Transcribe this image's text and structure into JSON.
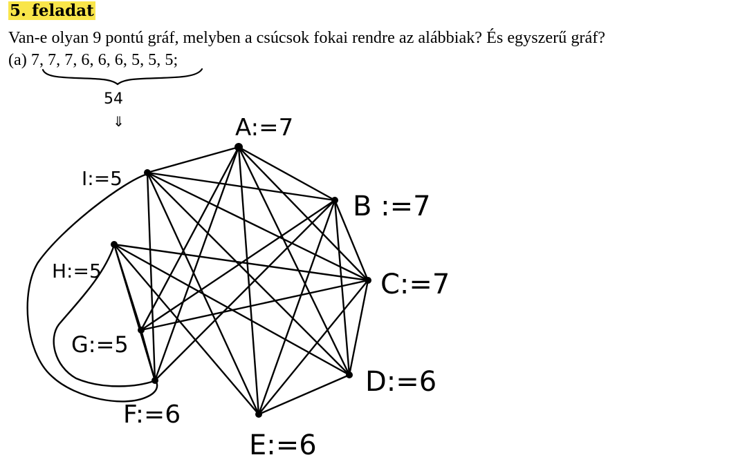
{
  "header": {
    "task_title": "5. feladat",
    "question": "Van-e olyan 9 pontú gráf, melyben a csúcsok fokai rendre az alábbiak? És egyszerű gráf?",
    "part_label": "(a)",
    "sequence": "7, 7, 7, 6, 6, 6, 5, 5, 5;"
  },
  "annotation": {
    "sum_text": "54",
    "arrow_text": "⇓"
  },
  "graph": {
    "vertices": [
      {
        "id": "A",
        "label": "A:=7"
      },
      {
        "id": "B",
        "label": "B :=7"
      },
      {
        "id": "C",
        "label": "C:=7"
      },
      {
        "id": "D",
        "label": "D:=6"
      },
      {
        "id": "E",
        "label": "E:=6"
      },
      {
        "id": "F",
        "label": "F:=6"
      },
      {
        "id": "G",
        "label": "G:=5"
      },
      {
        "id": "H",
        "label": "H:=5"
      },
      {
        "id": "I",
        "label": "I:=5"
      }
    ],
    "edges": [
      [
        "A",
        "B"
      ],
      [
        "A",
        "C"
      ],
      [
        "A",
        "D"
      ],
      [
        "A",
        "E"
      ],
      [
        "A",
        "F"
      ],
      [
        "A",
        "G"
      ],
      [
        "A",
        "I"
      ],
      [
        "B",
        "C"
      ],
      [
        "B",
        "D"
      ],
      [
        "B",
        "E"
      ],
      [
        "B",
        "F"
      ],
      [
        "B",
        "G"
      ],
      [
        "B",
        "I"
      ],
      [
        "C",
        "D"
      ],
      [
        "C",
        "E"
      ],
      [
        "C",
        "G"
      ],
      [
        "C",
        "H"
      ],
      [
        "C",
        "I"
      ],
      [
        "D",
        "E"
      ],
      [
        "D",
        "H"
      ],
      [
        "D",
        "I"
      ],
      [
        "E",
        "H"
      ],
      [
        "E",
        "I"
      ],
      [
        "F",
        "G"
      ],
      [
        "F",
        "H"
      ],
      [
        "F",
        "I"
      ],
      [
        "G",
        "H"
      ]
    ]
  }
}
